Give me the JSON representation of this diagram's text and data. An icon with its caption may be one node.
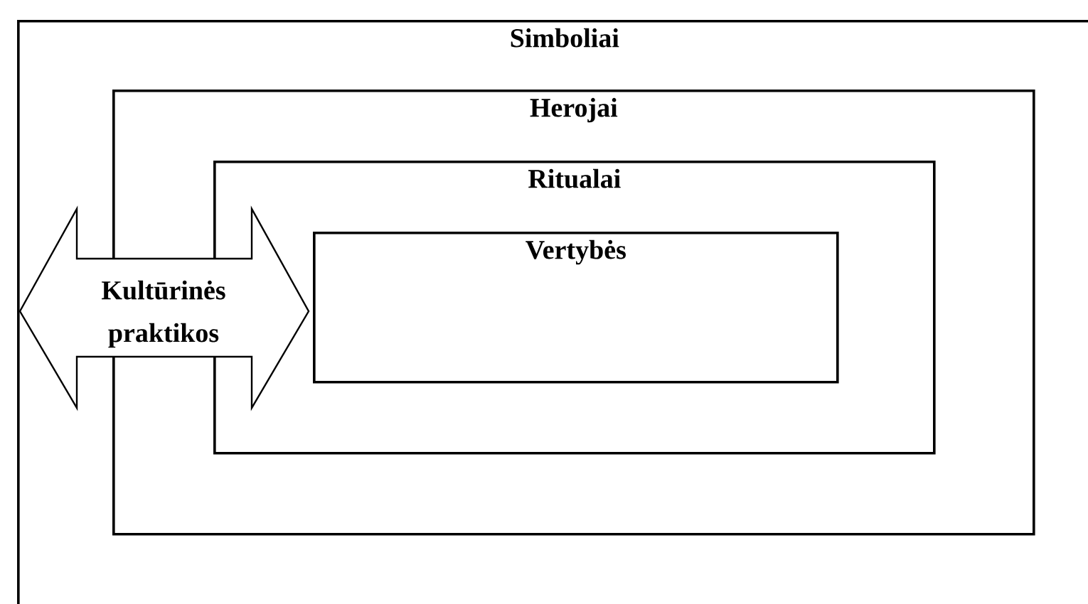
{
  "diagram": {
    "nodes": [
      {
        "text": [
          "Simboliai"
        ]
      },
      {
        "text": [
          "Herojai"
        ],
        "in": 0
      },
      {
        "text": [
          "Ritualai"
        ],
        "in": 1
      },
      {
        "text": [
          "Vertybės"
        ],
        "in": 2
      },
      {
        "text": [
          "Kultūrinės praktikos"
        ],
        "in": 0
      }
    ]
  }
}
